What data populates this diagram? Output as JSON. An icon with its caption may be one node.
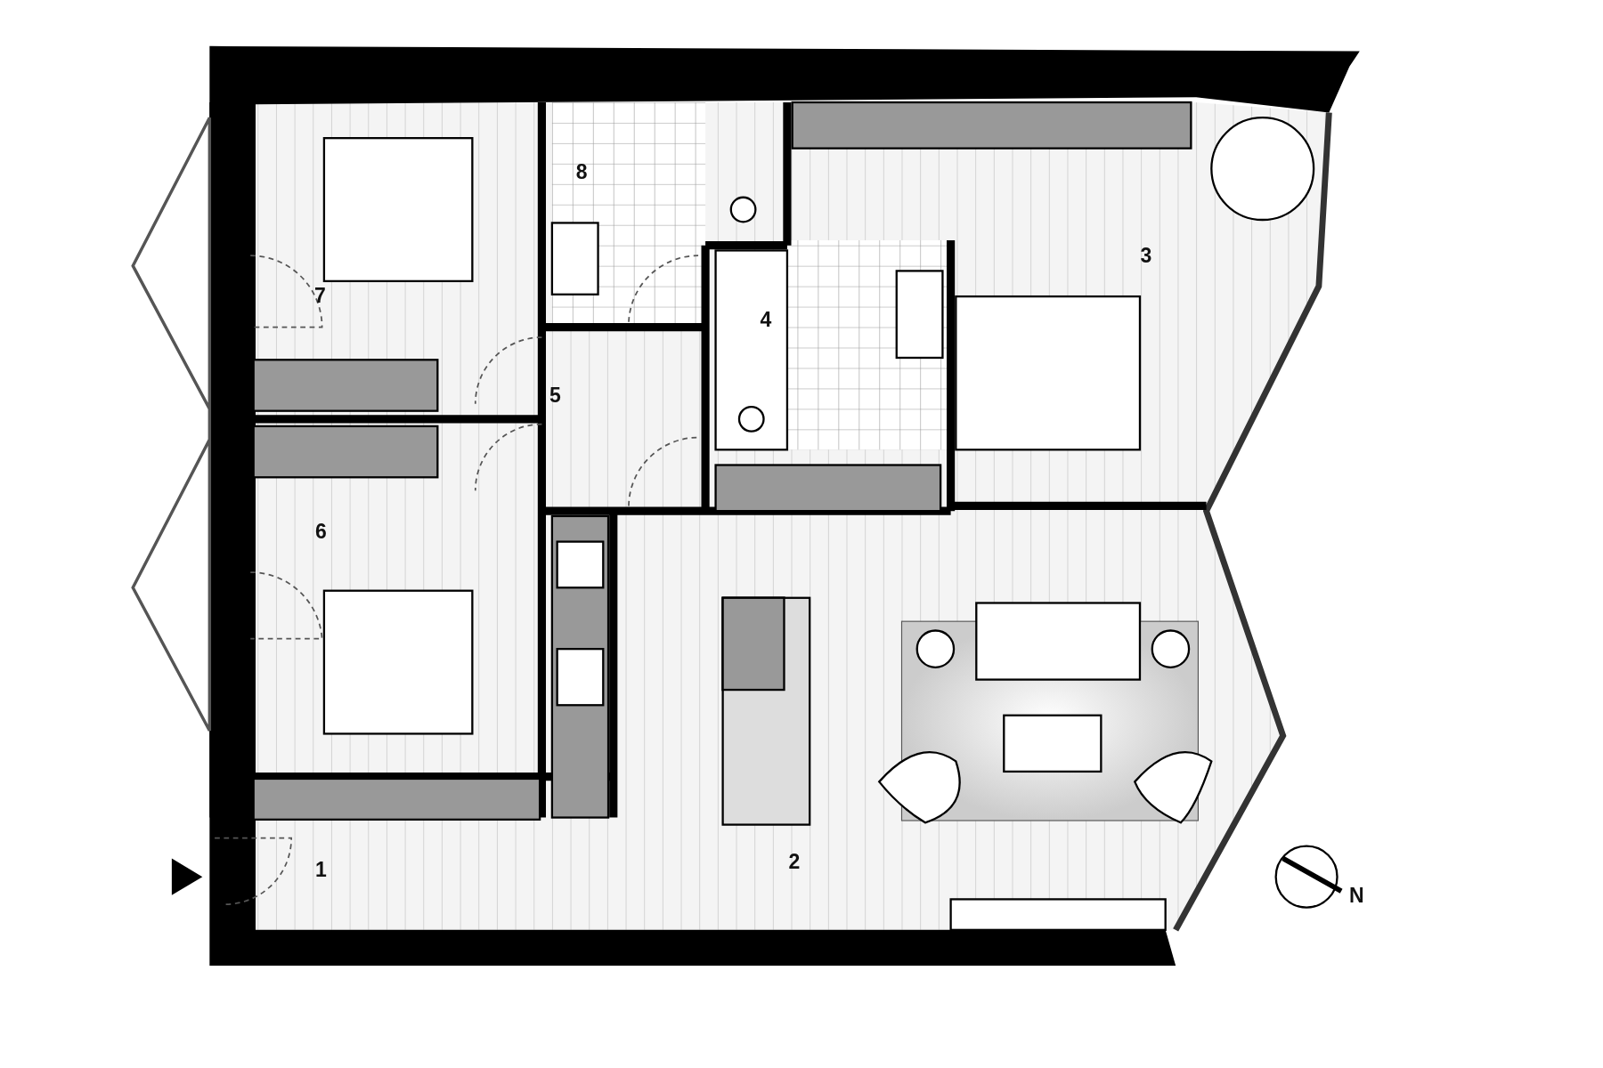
{
  "diagram": {
    "labels": [
      "8",
      "3",
      "7",
      "4",
      "5",
      "6",
      "2",
      "1",
      "N"
    ]
  }
}
